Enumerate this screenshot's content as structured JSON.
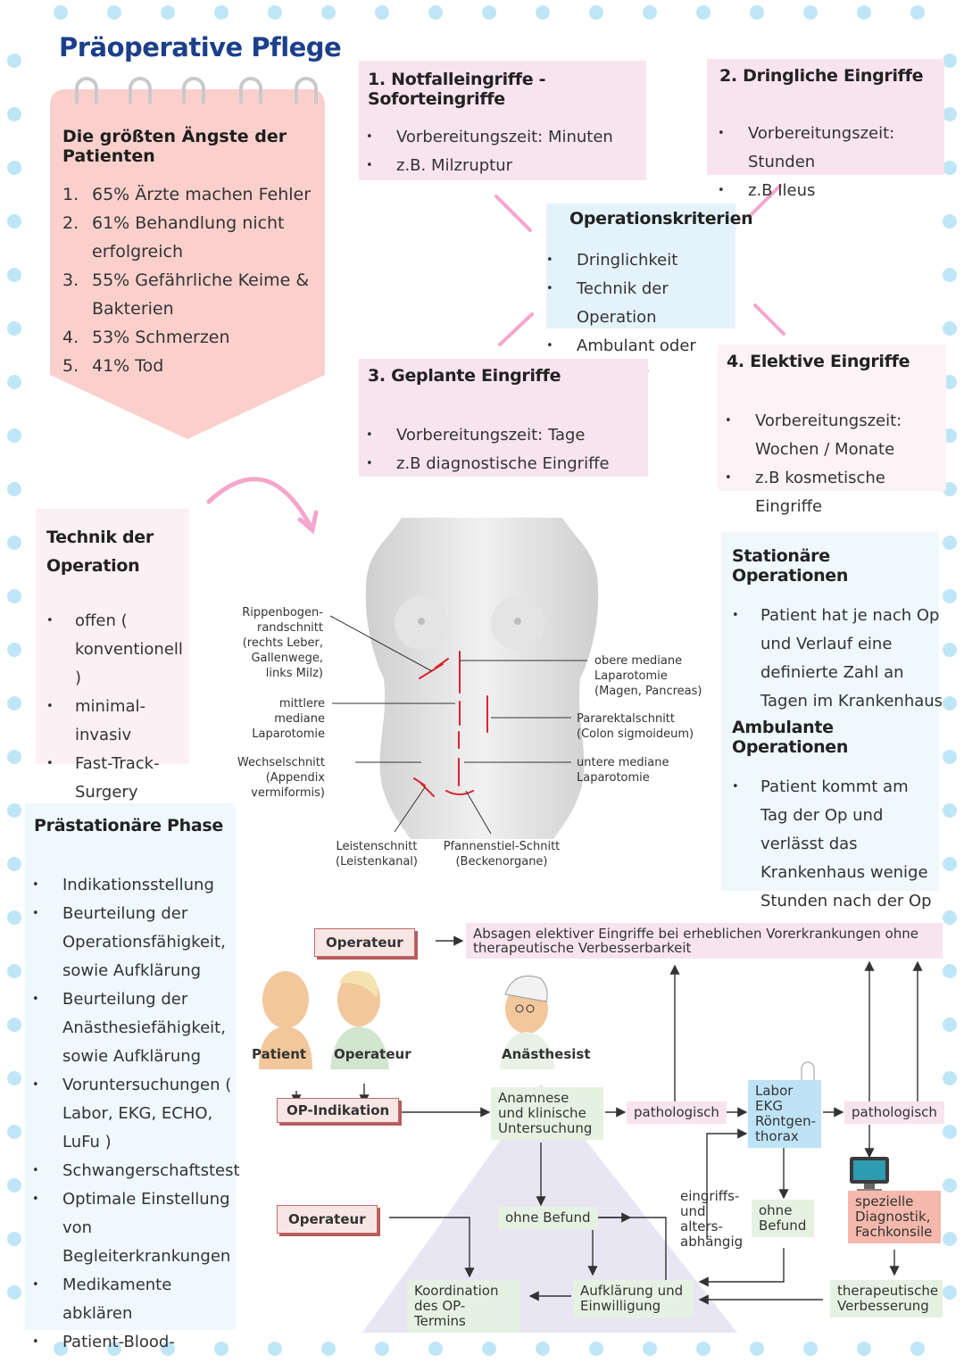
{
  "title": "Präoperative Pflege",
  "fears": {
    "title": "Die größten Ängste der Patienten",
    "items": [
      {
        "num": "1.",
        "text": "65% Ärzte machen Fehler"
      },
      {
        "num": "2.",
        "text": "61% Behandlung nicht erfolgreich"
      },
      {
        "num": "3.",
        "text": "55% Gefährliche Keime & Bakterien"
      },
      {
        "num": "4.",
        "text": "53% Schmerzen"
      },
      {
        "num": "5.",
        "text": "41%  Tod"
      }
    ]
  },
  "criteria": {
    "title": "Operationskriterien",
    "items": [
      "Dringlichkeit",
      "Technik der Operation",
      "Ambulant oder stationär"
    ]
  },
  "categories": [
    {
      "title": "1.   Notfalleingriffe - Soforteingriffe",
      "items": [
        "Vorbereitungszeit: Minuten",
        "z.B. Milzruptur"
      ]
    },
    {
      "title": "2.   Dringliche Eingriffe",
      "items": [
        "Vorbereitungszeit: Stunden",
        "z.B Ileus"
      ]
    },
    {
      "title": "3.   Geplante Eingriffe",
      "items": [
        "Vorbereitungszeit: Tage",
        "z.B diagnostische Eingriffe"
      ]
    },
    {
      "title": "4.   Elektive Eingriffe",
      "items": [
        "Vorbereitungszeit: Wochen / Monate",
        "z.B kosmetische Eingriffe"
      ]
    }
  ],
  "technique": {
    "title": "Technik der Operation",
    "items": [
      "offen ( konventionell )",
      "minimal-invasiv",
      "Fast-Track-Surgery"
    ]
  },
  "stationary": {
    "title": "Stationäre Operationen",
    "text": "Patient hat je nach Op und Verlauf eine definierte Zahl an Tagen im Krankenhaus"
  },
  "ambulant": {
    "title": "Ambulante Operationen",
    "text": "Patient kommt am Tag der Op und verlässt das Krankenhaus wenige Stunden nach der Op"
  },
  "prestation": {
    "title": "Prästationäre Phase",
    "items": [
      "Indikationsstellung",
      "Beurteilung der Operationsfähigkeit, sowie Aufklärung",
      "Beurteilung der Anästhesiefähigkeit, sowie Aufklärung",
      "Voruntersuchungen ( Labor, EKG, ECHO, LuFu )",
      "Schwangerschaftstest",
      "Optimale Einstellung von Begleiterkrankungen",
      "Medikamente abklären",
      "Patient-Blood-Management"
    ]
  },
  "incisions": {
    "rippenbogen": "Rippenbogen-randschnitt (rechts Leber, Gallenwege, links Milz)",
    "mittlere": "mittlere mediane Laparotomie",
    "wechsel": "Wechselschnitt (Appendix vermiformis)",
    "obere": "obere mediane Laparotomie (Magen, Pancreas)",
    "pararektal": "Pararektalschnitt (Colon sigmoideum)",
    "untere": "untere mediane Laparotomie",
    "leisten": "Leistenschnitt (Leistenkanal)",
    "pfannenstiel": "Pfannenstiel-Schnitt (Beckenorgane)"
  },
  "flow": {
    "operateur": "Operateur",
    "absagen": "Absagen elektiver Eingriffe bei erheblichen Vorerkrankungen ohne therapeutische Verbesserbarkeit",
    "patient": "Patient",
    "operateur_fig": "Operateur",
    "anaesthesist": "Anästhesist",
    "op_indikation": "OP-Indikation",
    "anamnese": "Anamnese und klinische Untersuchung",
    "pathologisch_1": "pathologisch",
    "labor": "Labor EKG Röntgen-thorax",
    "pathologisch_2": "pathologisch",
    "eingriffs": "eingriffs- und alters- abhängig",
    "ohne_befund_1": "ohne Befund",
    "ohne_befund_2": "ohne Befund",
    "spezielle": "spezielle Diagnostik, Fachkonsile",
    "operateur_2": "Operateur",
    "koordination": "Koordination des OP-Termins",
    "aufklaerung": "Aufklärung und Einwilligung",
    "therapeutische": "therapeutische Verbesserung"
  },
  "colors": {
    "title": "#1b3f8b",
    "fears_card": "#fbd0cc",
    "pink_box": "#f8e4ee",
    "blue_box": "#e4f3fb",
    "dots": "#bfe6f6",
    "accent_line": "#f4a6cc"
  }
}
